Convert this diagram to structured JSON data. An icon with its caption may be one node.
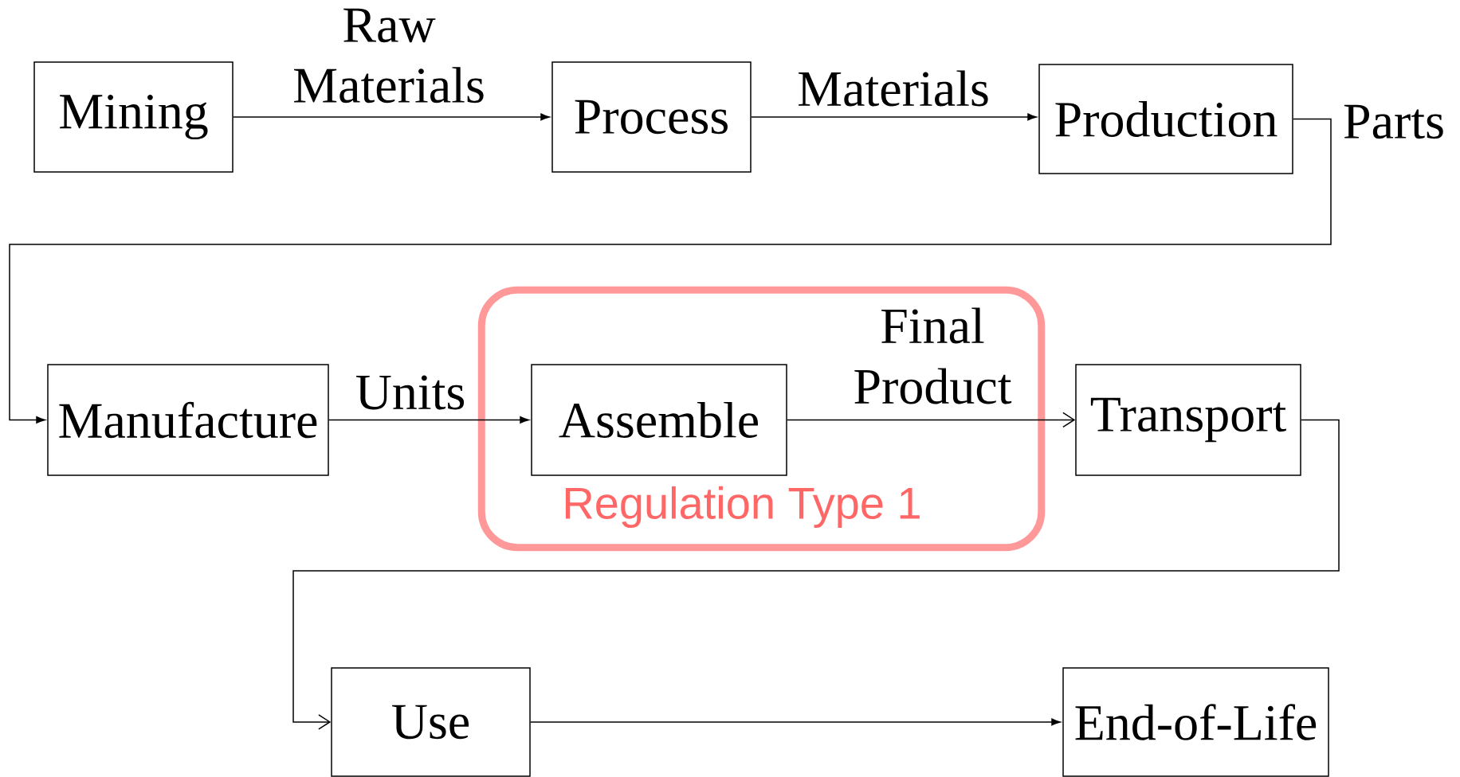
{
  "diagram": {
    "nodes": [
      {
        "text": [
          "Mining"
        ]
      },
      {
        "text": [
          "Process"
        ]
      },
      {
        "text": [
          "Production"
        ]
      },
      {
        "text": [
          "Manufacture"
        ]
      },
      {
        "text": [
          "Regulation Type 1"
        ]
      },
      {
        "text": [
          "Assemble"
        ],
        "in": 4
      },
      {
        "text": [
          "Transport"
        ]
      },
      {
        "text": [
          "Use"
        ]
      },
      {
        "text": [
          "End-of-Life"
        ]
      }
    ],
    "edges": [
      {
        "from": 0,
        "to": 1,
        "arrow": "to",
        "label": "Raw Materials"
      },
      {
        "from": 1,
        "to": 2,
        "arrow": "to",
        "label": "Materials"
      },
      {
        "from": 2,
        "to": 3,
        "arrow": "to",
        "label": "Parts"
      },
      {
        "from": 3,
        "to": 5,
        "arrow": "to",
        "label": "Units"
      },
      {
        "from": 5,
        "to": 6,
        "arrow": "to",
        "label": "Final Product"
      },
      {
        "from": 6,
        "to": 7,
        "arrow": "to"
      },
      {
        "from": 7,
        "to": 8,
        "arrow": "to"
      }
    ]
  }
}
